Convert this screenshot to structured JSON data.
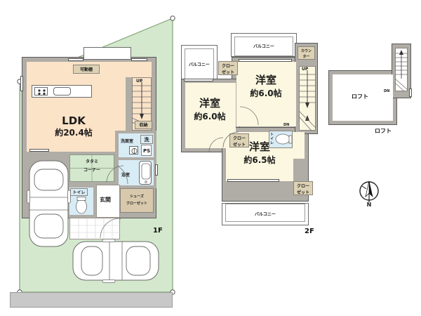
{
  "document": {
    "type": "real-estate-floor-plan",
    "language": "ja",
    "floors": [
      "1F",
      "2F",
      "ロフト"
    ]
  },
  "floor1": {
    "tag": "1F",
    "rooms": [
      {
        "name": "LDK",
        "label": "LDK",
        "area": "約20.4帖"
      },
      {
        "name": "tatami-corner",
        "label": "タタミ\nコーナー"
      },
      {
        "name": "washroom",
        "label": "洗面室"
      },
      {
        "name": "laundry",
        "label": "洗"
      },
      {
        "name": "pipe-space",
        "label": "PS"
      },
      {
        "name": "bathroom",
        "label": "浴室"
      },
      {
        "name": "toilet",
        "label": "トイレ"
      },
      {
        "name": "entrance",
        "label": "玄関"
      },
      {
        "name": "shoe-closet",
        "label": "シューズ\nクローゼット"
      },
      {
        "name": "storage-under-stairs",
        "label": "収納"
      },
      {
        "name": "movable-shelf",
        "label": "可動棚"
      }
    ],
    "stair_marker": "UP",
    "labels": {
      "ldk": "LDK",
      "ldk_area": "約20.4帖",
      "tatami_line1": "タタミ",
      "tatami_line2": "コーナー",
      "washroom": "洗面室",
      "laundry": "洗",
      "ps": "PS",
      "bath": "浴室",
      "toilet": "トイレ",
      "entrance": "玄関",
      "shoe_closet_1": "シューズ",
      "shoe_closet_2": "クローゼット",
      "storage": "収納",
      "movable_shelf": "可動棚",
      "up": "UP"
    }
  },
  "floor2": {
    "tag": "2F",
    "rooms": [
      {
        "name": "western-room-north",
        "label": "洋室",
        "area": "約6.0帖"
      },
      {
        "name": "western-room-west",
        "label": "洋室",
        "area": "約6.0帖"
      },
      {
        "name": "western-room-south",
        "label": "洋室",
        "area": "約6.5帖"
      }
    ],
    "labels": {
      "washitsu_n": "洋室",
      "washitsu_n_area": "約6.0帖",
      "washitsu_w": "洋室",
      "washitsu_w_area": "約6.0帖",
      "washitsu_s": "洋室",
      "washitsu_s_area": "約6.5帖",
      "balcony_top": "バルコニー",
      "balcony_left": "バルコニー",
      "balcony_bottom": "バルコニー",
      "closet_1": "クロー\nゼット",
      "closet_2": "クロー\nゼット",
      "closet_3": "クロー\nゼット",
      "counter": "カウン\nター",
      "toilet": "トイレ",
      "up": "UP",
      "dn": "DN"
    }
  },
  "loft": {
    "tag": "ロフト",
    "label": "ロフト",
    "stair_marker": "DN"
  },
  "compass": {
    "name": "north-arrow",
    "label": "N"
  },
  "colors": {
    "land": "#d4e8cd",
    "road": "#c8c8c8",
    "ldk_fill": "#fbe3c8",
    "room_2f_fill": "#fbf7e0",
    "wall": "#b0aca6",
    "water_fill": "#d8ecf6",
    "closet_fill": "#d8c9ac",
    "outline": "#5a5a5a"
  }
}
